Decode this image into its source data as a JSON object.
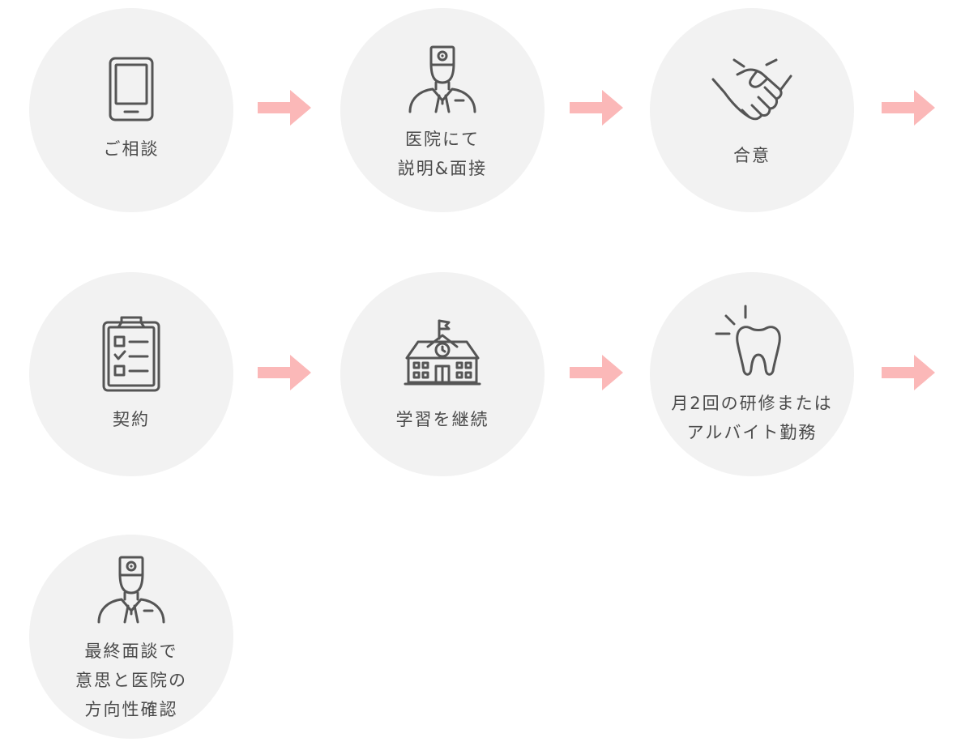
{
  "flow": {
    "steps": [
      {
        "icon": "tablet-icon",
        "lines": [
          "ご相談"
        ]
      },
      {
        "icon": "doctor-icon",
        "lines": [
          "医院にて",
          "説明&面接"
        ]
      },
      {
        "icon": "handshake-icon",
        "lines": [
          "合意"
        ]
      },
      {
        "icon": "clipboard-checklist-icon",
        "lines": [
          "契約"
        ]
      },
      {
        "icon": "school-building-icon",
        "lines": [
          "学習を継続"
        ]
      },
      {
        "icon": "tooth-icon",
        "lines": [
          "月2回の研修または",
          "アルバイト勤務"
        ]
      },
      {
        "icon": "doctor-icon",
        "lines": [
          "最終面談で",
          "意思と医院の",
          "方向性確認"
        ]
      }
    ]
  },
  "colors": {
    "circle": "#f2f2f2",
    "arrow": "#fbb8b8",
    "text": "#4a4a4a",
    "icon": "#555555"
  }
}
